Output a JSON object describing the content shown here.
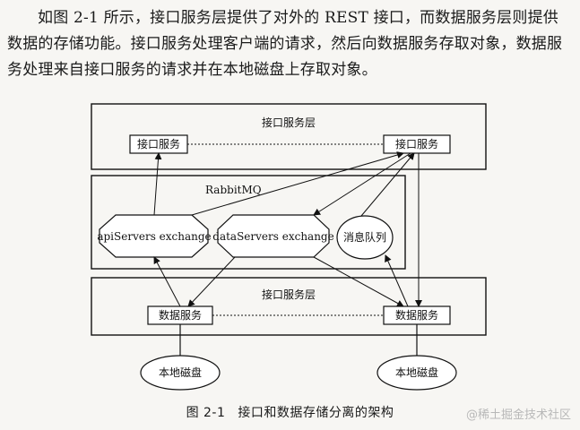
{
  "paragraph": "如图 2-1 所示，接口服务层提供了对外的 REST 接口，而数据服务层则提供数据的存储功能。接口服务处理客户端的请求，然后向数据服务存取对象，数据服务处理来自接口服务的请求并在本地磁盘上存取对象。",
  "diagram": {
    "interface_layer_title": "接口服务层",
    "interface_service_left": "接口服务",
    "interface_service_right": "接口服务",
    "rabbitmq_title": "RabbitMQ",
    "api_exchange": "apiServers exchange",
    "data_exchange": "dataServers exchange",
    "message_queue": "消息队列",
    "data_layer_title": "接口服务层",
    "data_service_left": "数据服务",
    "data_service_right": "数据服务",
    "local_disk_left": "本地磁盘",
    "local_disk_right": "本地磁盘"
  },
  "caption": {
    "number": "图 2-1",
    "title": "接口和数据存储分离的架构"
  },
  "watermark": "@稀土掘金技术社区"
}
